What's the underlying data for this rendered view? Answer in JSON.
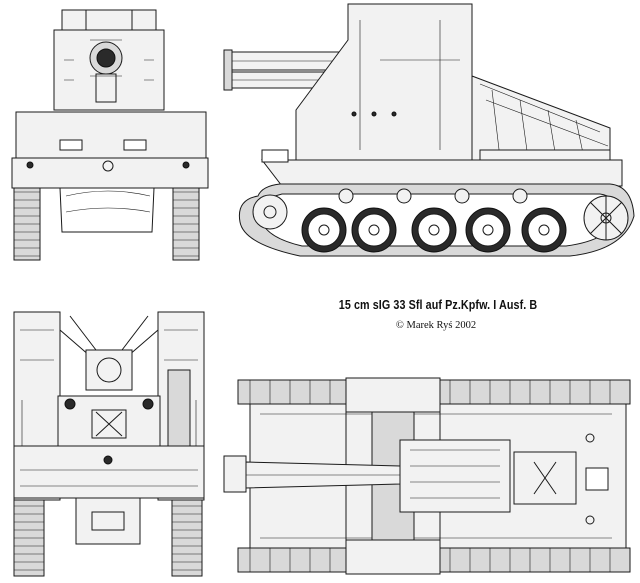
{
  "drawing": {
    "title": "15 cm sIG 33 Sfl auf Pz.Kpfw. I Ausf. B",
    "credit": "© Marek Ryś 2002",
    "views": [
      "front-view",
      "side-view",
      "rear-view",
      "top-view"
    ]
  }
}
